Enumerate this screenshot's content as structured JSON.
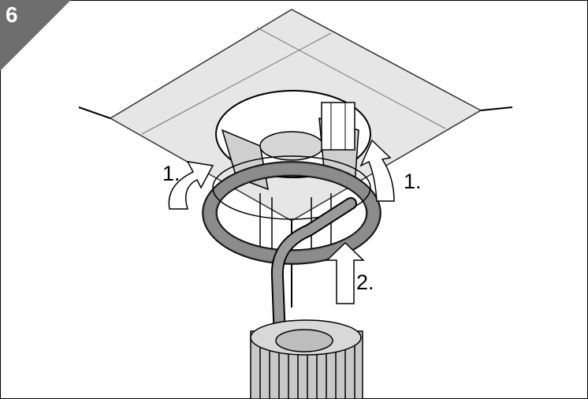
{
  "step": {
    "number": "6"
  },
  "labels": {
    "left_arrow": "1.",
    "right_arrow": "1.",
    "up_arrow": "2."
  },
  "colors": {
    "badge": "#6e6e6e",
    "ceiling": "#e6e6e6",
    "ring": "#8c8c8c",
    "ring_dark": "#5a5a5a",
    "cable": "#9a9a9a",
    "heatsink": "#c8c8c8",
    "lens": "#bdbdbd"
  }
}
